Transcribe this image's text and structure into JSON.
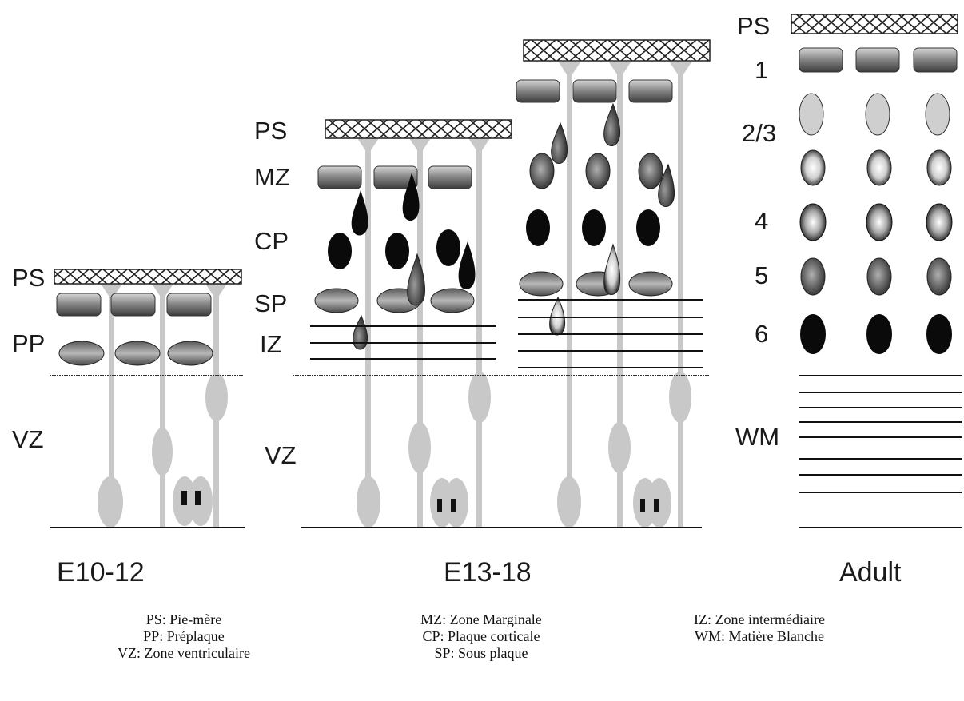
{
  "stages": {
    "e10": "E10-12",
    "e13": "E13-18",
    "adult": "Adult"
  },
  "zones": {
    "e10": [
      "PS",
      "PP",
      "VZ"
    ],
    "e13": [
      "PS",
      "MZ",
      "CP",
      "SP",
      "IZ",
      "VZ"
    ],
    "adult": [
      "PS",
      "1",
      "2/3",
      "4",
      "5",
      "6",
      "WM"
    ]
  },
  "legend": [
    [
      "PS: Pie-mère",
      "PP: Préplaque",
      "VZ: Zone ventriculaire"
    ],
    [
      "MZ: Zone Marginale",
      "CP: Plaque corticale",
      "SP: Sous plaque"
    ],
    [
      "IZ: Zone intermédiaire",
      "WM: Matière Blanche"
    ]
  ],
  "colors": {
    "radial_glia": "#c8c8c8",
    "pia_cell_bar": "#888888",
    "neuron_early": "#5a5a5a",
    "neuron_deep": "#0a0a0a",
    "neuron_light": "#cfcfcf",
    "line": "#111111"
  }
}
